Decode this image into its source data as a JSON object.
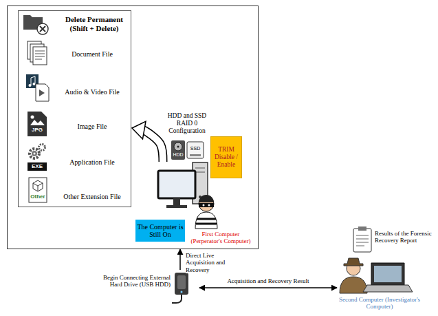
{
  "diagram": {
    "nodes": [
      {
        "text": []
      },
      {
        "text": [
          "Delete Permanent (Shift + Delete)",
          "Document File",
          "Audio & Video File",
          "Image File",
          "Application File",
          "Other Extension File"
        ],
        "in": 0
      },
      {
        "text": [
          "First Computer (Perperator's Computer)"
        ],
        "in": 0
      },
      {
        "text": [
          "TRIM Disable / Enable"
        ],
        "in": 0
      },
      {
        "text": [
          "The Computer is Still On"
        ],
        "in": 0
      },
      {
        "text": [
          "Begin Connecting External Hard Drive (USB HDD)"
        ]
      },
      {
        "text": [
          "Second Computer (Investigator's Computer)"
        ]
      }
    ],
    "edges": [
      {
        "from": 2,
        "to": 1,
        "arrow": "to"
      },
      {
        "from": 5,
        "to": 0,
        "label": "Direct Live Acquisition and Recovery",
        "arrow": "to"
      },
      {
        "from": 5,
        "to": 6,
        "label": "Acquisition and Recovery Result",
        "arrow": "both"
      }
    ],
    "labels": [
      "JPG",
      "EXE",
      "Other",
      "HDD and SSD RAID 0 Configuration",
      "HDD",
      "SSD",
      "Results of the Forensic Recovery Report"
    ]
  }
}
